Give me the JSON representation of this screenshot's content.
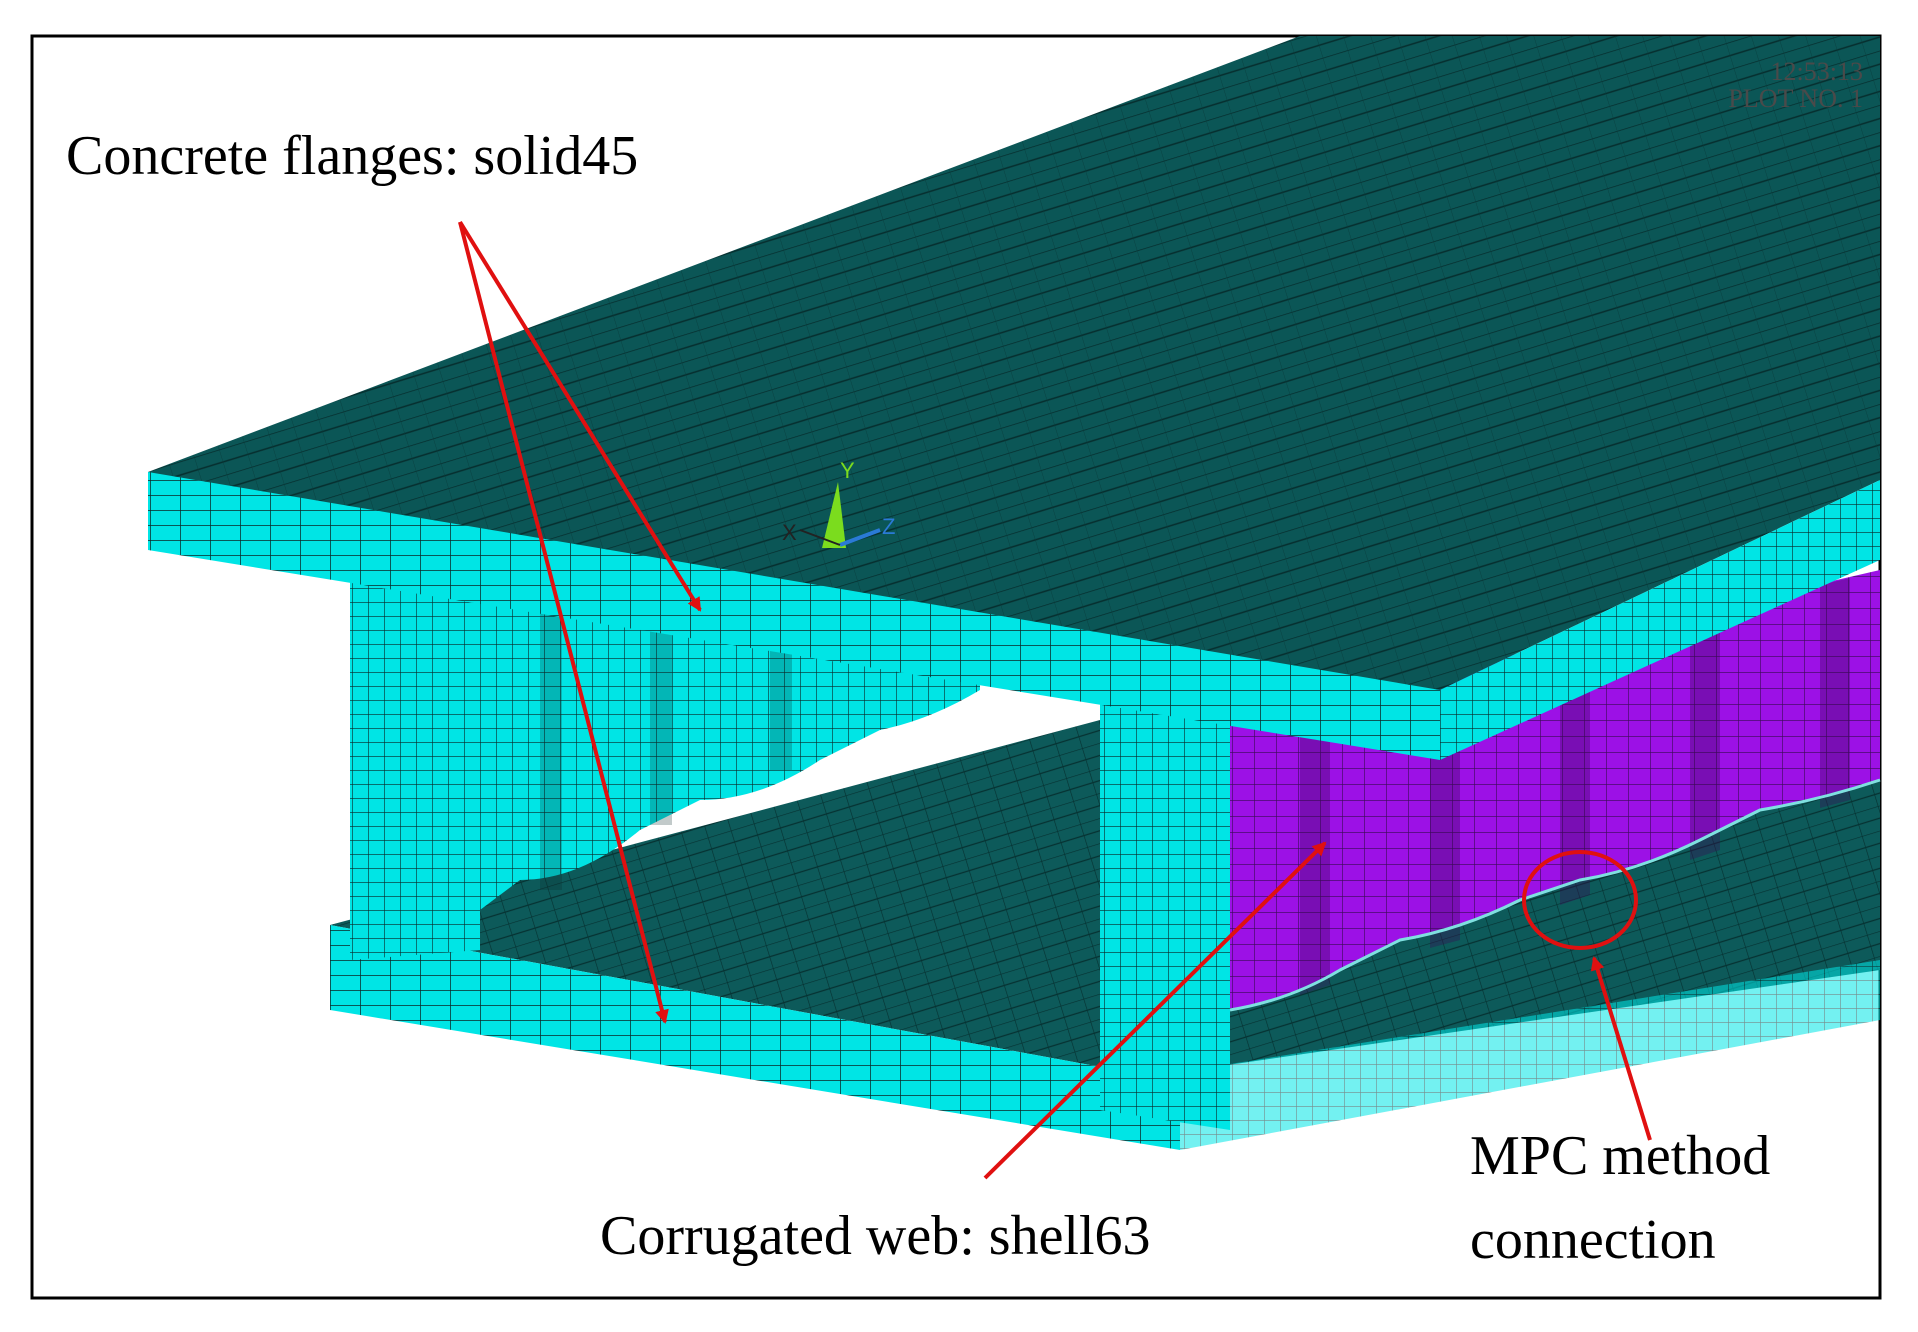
{
  "labels": {
    "flanges": "Concrete flanges: solid45",
    "web": "Corrugated web: shell63",
    "mpc_line1": "MPC method",
    "mpc_line2": "connection"
  },
  "hud": {
    "line1": "12:53:13",
    "line2": "PLOT NO.     1"
  },
  "axis": {
    "y": "Y",
    "z": "Z",
    "x": "X"
  },
  "colors": {
    "mesh_flange": "#00e5e5",
    "mesh_top_face": "#0b5656",
    "mesh_web": "#9c11e6",
    "mesh_line": "#0a2a2a",
    "annotation": "#e01010",
    "frame": "#000000"
  }
}
